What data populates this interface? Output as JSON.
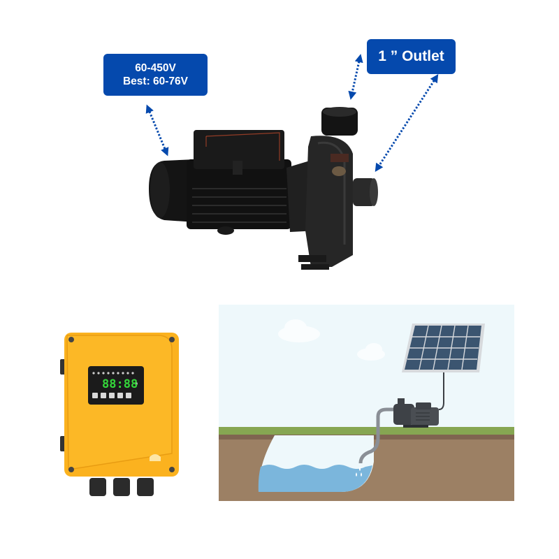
{
  "callouts": {
    "voltage": {
      "line1": "60-450V",
      "line2": "Best: 60-76V"
    },
    "outlet": {
      "label": "1 ” Outlet"
    }
  },
  "controller": {
    "display_value": "88:88",
    "body_color": "#fbb21f",
    "lcd_color": "#34d63a",
    "led_count": 9,
    "button_count": 5,
    "cable_gland_count": 3
  },
  "scene": {
    "description_elements": [
      "sky",
      "clouds",
      "solar-panel",
      "pump",
      "hose",
      "ground",
      "water-reservoir"
    ],
    "colors": {
      "sky": "#eef8fb",
      "grass": "#86a652",
      "soil_top": "#7f6450",
      "soil": "#9c8064",
      "water": "#7bb6dc",
      "panel": "#3b5570"
    }
  },
  "colors": {
    "accent": "#0549ad",
    "background": "#ffffff"
  }
}
